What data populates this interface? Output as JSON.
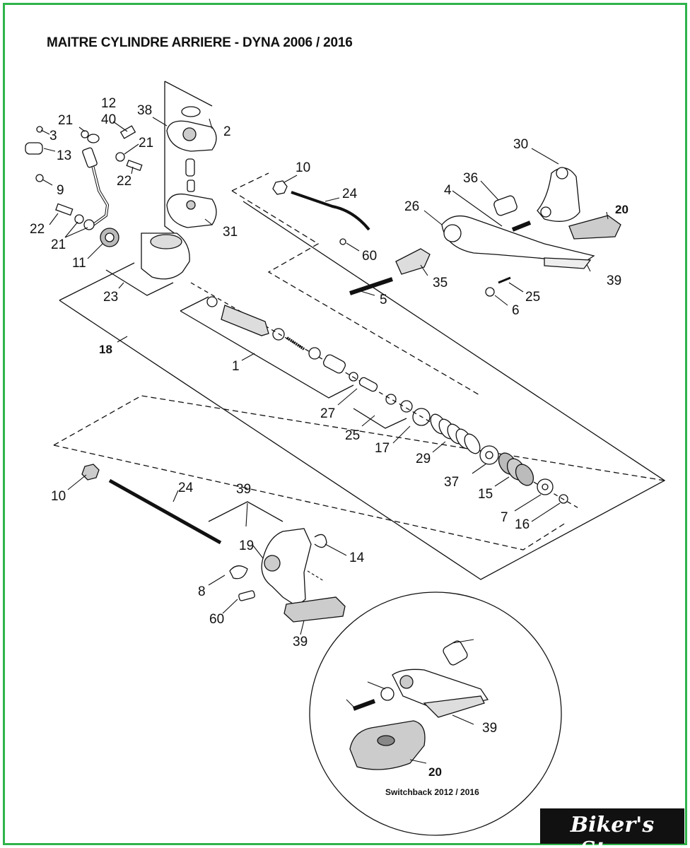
{
  "title": "MAITRE CYLINDRE ARRIERE - DYNA 2006 / 2016",
  "inset_caption": "Switchback 2012 / 2016",
  "logo_text": "Biker's Store",
  "labels": [
    {
      "id": "12a",
      "text": "12"
    },
    {
      "id": "40",
      "text": "40"
    },
    {
      "id": "38",
      "text": "38"
    },
    {
      "id": "21a",
      "text": "21"
    },
    {
      "id": "3",
      "text": "3"
    },
    {
      "id": "2",
      "text": "2"
    },
    {
      "id": "21b",
      "text": "21"
    },
    {
      "id": "13",
      "text": "13"
    },
    {
      "id": "22a",
      "text": "22"
    },
    {
      "id": "9",
      "text": "9"
    },
    {
      "id": "22b",
      "text": "22"
    },
    {
      "id": "21c",
      "text": "21"
    },
    {
      "id": "31",
      "text": "31"
    },
    {
      "id": "11",
      "text": "11"
    },
    {
      "id": "23",
      "text": "23"
    },
    {
      "id": "18",
      "text": "18"
    },
    {
      "id": "1",
      "text": "1"
    },
    {
      "id": "10a",
      "text": "10"
    },
    {
      "id": "24a",
      "text": "24"
    },
    {
      "id": "60a",
      "text": "60"
    },
    {
      "id": "30",
      "text": "30"
    },
    {
      "id": "36",
      "text": "36"
    },
    {
      "id": "4",
      "text": "4"
    },
    {
      "id": "26",
      "text": "26"
    },
    {
      "id": "20a",
      "text": "20"
    },
    {
      "id": "35",
      "text": "35"
    },
    {
      "id": "5",
      "text": "5"
    },
    {
      "id": "39a",
      "text": "39"
    },
    {
      "id": "25a",
      "text": "25"
    },
    {
      "id": "6",
      "text": "6"
    },
    {
      "id": "27",
      "text": "27"
    },
    {
      "id": "25b",
      "text": "25"
    },
    {
      "id": "17",
      "text": "17"
    },
    {
      "id": "29",
      "text": "29"
    },
    {
      "id": "37",
      "text": "37"
    },
    {
      "id": "15",
      "text": "15"
    },
    {
      "id": "7",
      "text": "7"
    },
    {
      "id": "16",
      "text": "16"
    },
    {
      "id": "10b",
      "text": "10"
    },
    {
      "id": "24b",
      "text": "24"
    },
    {
      "id": "39b",
      "text": "39"
    },
    {
      "id": "19",
      "text": "19"
    },
    {
      "id": "14",
      "text": "14"
    },
    {
      "id": "8",
      "text": "8"
    },
    {
      "id": "60b",
      "text": "60"
    },
    {
      "id": "39c",
      "text": "39"
    },
    {
      "id": "39d",
      "text": "39"
    },
    {
      "id": "20b",
      "text": "20"
    }
  ],
  "colors": {
    "frame": "#2fb34a",
    "ink": "#111111",
    "logo_bg": "#111111",
    "logo_text": "#ffffff"
  }
}
